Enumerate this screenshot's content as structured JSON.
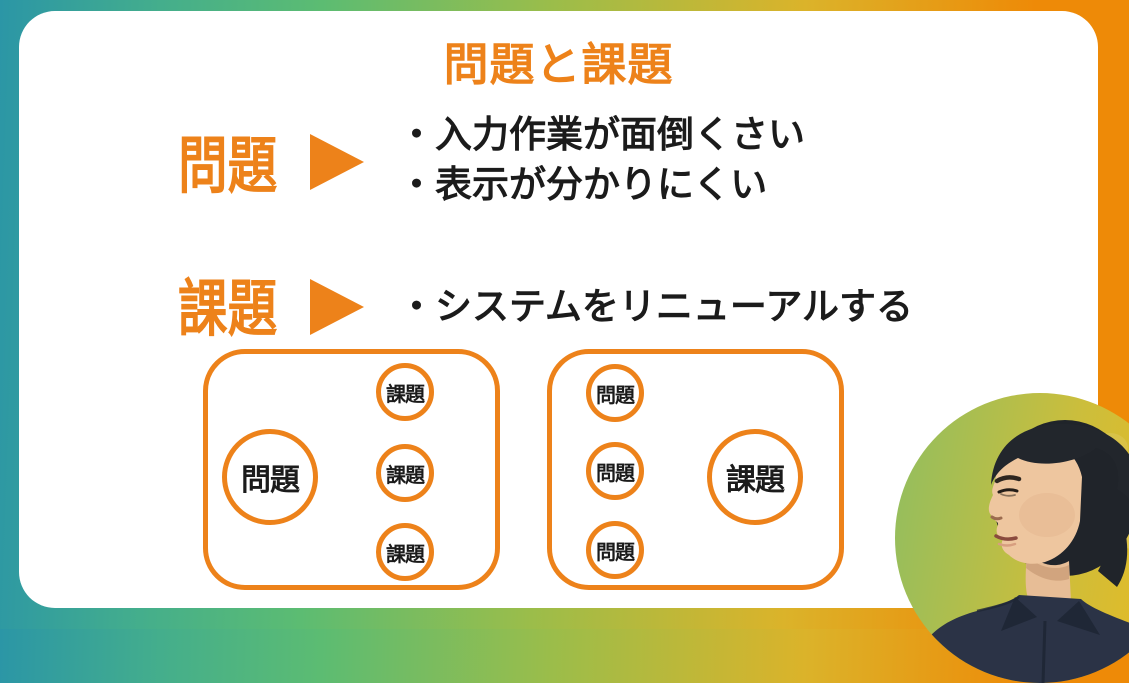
{
  "title": "問題と課題",
  "rows": [
    {
      "label": "問題",
      "arrow_icon": "right-triangle-icon",
      "items": [
        "・入力作業が面倒くさい",
        "・表示が分かりにくい"
      ]
    },
    {
      "label": "課題",
      "arrow_icon": "right-triangle-icon",
      "items": [
        "・システムをリニューアルする"
      ]
    }
  ],
  "diagrams": {
    "left": {
      "big_circle": "問題",
      "small_circles": [
        "課題",
        "課題",
        "課題"
      ]
    },
    "right": {
      "big_circle": "課題",
      "small_circles": [
        "問題",
        "問題",
        "問題"
      ]
    }
  },
  "presenter": {
    "icon": "presenter-portrait"
  },
  "colors": {
    "accent_orange": "#ED821A",
    "text_black": "#1B1B1B",
    "card_background": "#FFFFFF",
    "frame_gradient": [
      "#2B96A6",
      "#5CBC72",
      "#DBB32A",
      "#EE8A07"
    ],
    "presenter_circle_gradient": [
      "#90BE60",
      "#EDB91F"
    ],
    "shirt_navy": "#2B3346",
    "hair_dark": "#20242A",
    "skin": "#EEC69F"
  }
}
